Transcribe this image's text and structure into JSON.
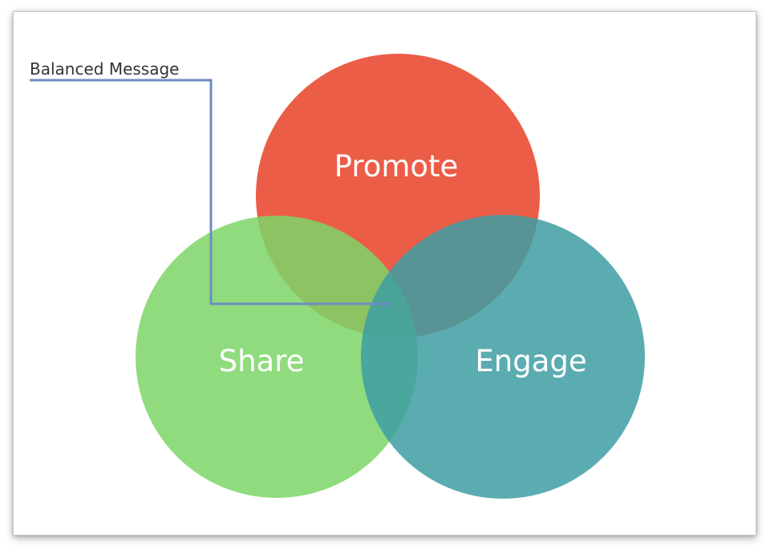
{
  "diagram": {
    "callout": {
      "label": "Balanced Message",
      "line_color": "#6b8ec4"
    },
    "circles": {
      "promote": {
        "label": "Promote",
        "color": "#ec5d48"
      },
      "share": {
        "label": "Share",
        "color": "#7dd567"
      },
      "engage": {
        "label": "Engage",
        "color": "#3e9ea3"
      }
    }
  }
}
